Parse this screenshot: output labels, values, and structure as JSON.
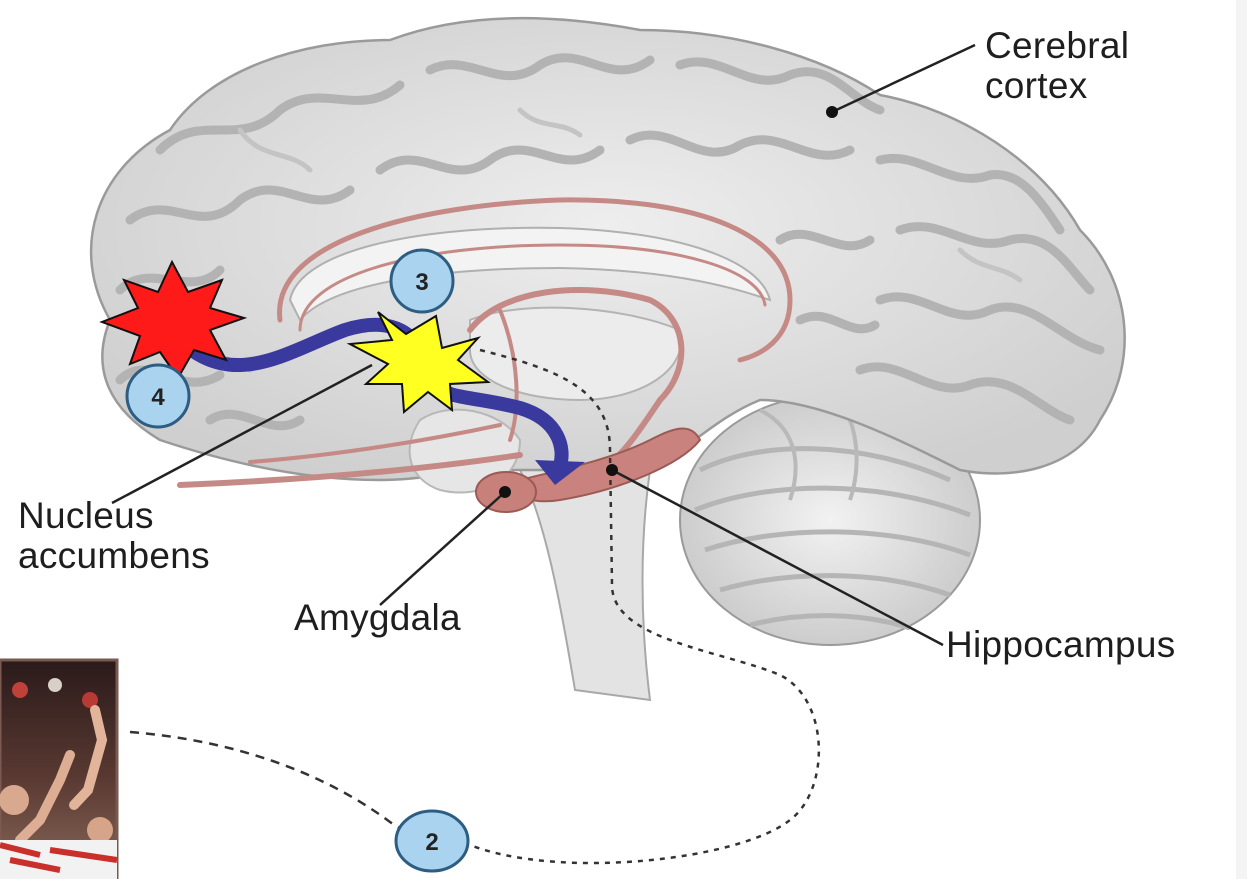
{
  "labels": {
    "cerebral_cortex": [
      "Cerebral",
      "cortex"
    ],
    "nucleus_accumbens": [
      "Nucleus",
      "accumbens"
    ],
    "amygdala": "Amygdala",
    "hippocampus": "Hippocampus"
  },
  "step_badges": {
    "two": "2",
    "three": "3",
    "four": "4"
  },
  "colors": {
    "brain_fill": "#dcdcdc",
    "brain_outline": "#9c9c9c",
    "limbic_tract": "#c68a86",
    "pathway_arrow": "#3a3a9e",
    "badge_fill": "#a9d3ef",
    "badge_stroke": "#2e5d83",
    "burst_red": "#ff1a1a",
    "burst_yellow": "#ffff22"
  },
  "icons": {
    "fan_photo": "cheering-fans-photo"
  }
}
